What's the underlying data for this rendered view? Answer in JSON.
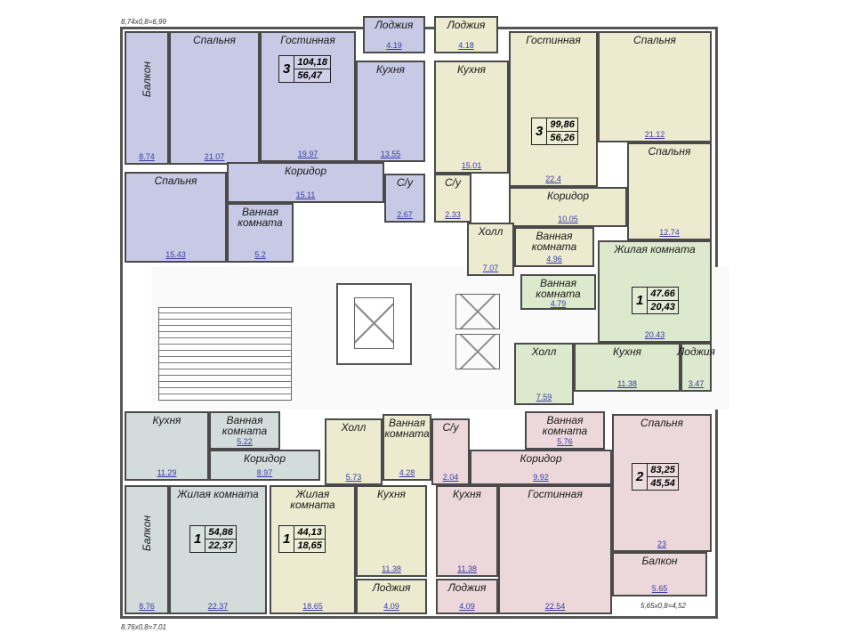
{
  "notes": {
    "top_left": "8,74x0,8=6,99",
    "bottom_left": "8,76x0,8=7,01",
    "bottom_right": "5,65x0,8=4,52"
  },
  "apartments": [
    {
      "color": "#c8c9e4",
      "badge": {
        "rooms": "3",
        "total": "104,18",
        "living": "56,47"
      },
      "rooms": [
        {
          "name": "Балкон",
          "area": "8.74"
        },
        {
          "name": "Спальня",
          "area": "21.07"
        },
        {
          "name": "Гостинная",
          "area": "19.97"
        },
        {
          "name": "Кухня",
          "area": "13.55"
        },
        {
          "name": "Лоджия",
          "area": "4.19"
        },
        {
          "name": "Спальня",
          "area": "15.43"
        },
        {
          "name": "Коридор",
          "area": "15.11"
        },
        {
          "name": "Ванная комната",
          "area": "5.2"
        },
        {
          "name": "С/у",
          "area": "2.67"
        }
      ]
    },
    {
      "color": "#eceacf",
      "badge": {
        "rooms": "3",
        "total": "99,86",
        "living": "56,26"
      },
      "rooms": [
        {
          "name": "Лоджия",
          "area": "4.18"
        },
        {
          "name": "Кухня",
          "area": "15.01"
        },
        {
          "name": "С/у",
          "area": "2.33"
        },
        {
          "name": "Гостинная",
          "area": "22.4"
        },
        {
          "name": "Спальня",
          "area": "21.12"
        },
        {
          "name": "Спальня",
          "area": "12.74"
        },
        {
          "name": "Коридор",
          "area": "10.05"
        },
        {
          "name": "Холл",
          "area": "7.07"
        },
        {
          "name": "Ванная комната",
          "area": "4.96"
        }
      ]
    },
    {
      "color": "#dde9cd",
      "badge": {
        "rooms": "1",
        "total": "47.66",
        "living": "20,43"
      },
      "rooms": [
        {
          "name": "Жилая комната",
          "area": "20.43"
        },
        {
          "name": "Ванная комната",
          "area": "4.79"
        },
        {
          "name": "Кухня",
          "area": "11.38"
        },
        {
          "name": "Лоджия",
          "area": "3.47"
        },
        {
          "name": "Холл",
          "area": "7.59"
        }
      ]
    },
    {
      "color": "#ecd8da",
      "badge": {
        "rooms": "2",
        "total": "83,25",
        "living": "45,54"
      },
      "rooms": [
        {
          "name": "Ванная комната",
          "area": "5.76"
        },
        {
          "name": "Коридор",
          "area": "9.92"
        },
        {
          "name": "С/у",
          "area": "2.04"
        },
        {
          "name": "Кухня",
          "area": "11.38"
        },
        {
          "name": "Лоджия",
          "area": "4.09"
        },
        {
          "name": "Гостинная",
          "area": "22.54"
        },
        {
          "name": "Спальня",
          "area": "23"
        },
        {
          "name": "Балкон",
          "area": "5.65"
        }
      ]
    },
    {
      "color": "#ecebcf",
      "badge": {
        "rooms": "1",
        "total": "44,13",
        "living": "18,65"
      },
      "rooms": [
        {
          "name": "Холл",
          "area": "5.73"
        },
        {
          "name": "Ванная комната",
          "area": "4.28"
        },
        {
          "name": "Кухня",
          "area": "11.38"
        },
        {
          "name": "Лоджия",
          "area": "4.09"
        },
        {
          "name": "Жилая комната",
          "area": "18.65"
        }
      ]
    },
    {
      "color": "#d3dcda",
      "badge": {
        "rooms": "1",
        "total": "54,86",
        "living": "22,37"
      },
      "rooms": [
        {
          "name": "Кухня",
          "area": "11.29"
        },
        {
          "name": "Ванная комната",
          "area": "5.22"
        },
        {
          "name": "Коридор",
          "area": "8.97"
        },
        {
          "name": "Балкон",
          "area": "8.76"
        },
        {
          "name": "Жилая комната",
          "area": "22.37"
        }
      ]
    }
  ]
}
